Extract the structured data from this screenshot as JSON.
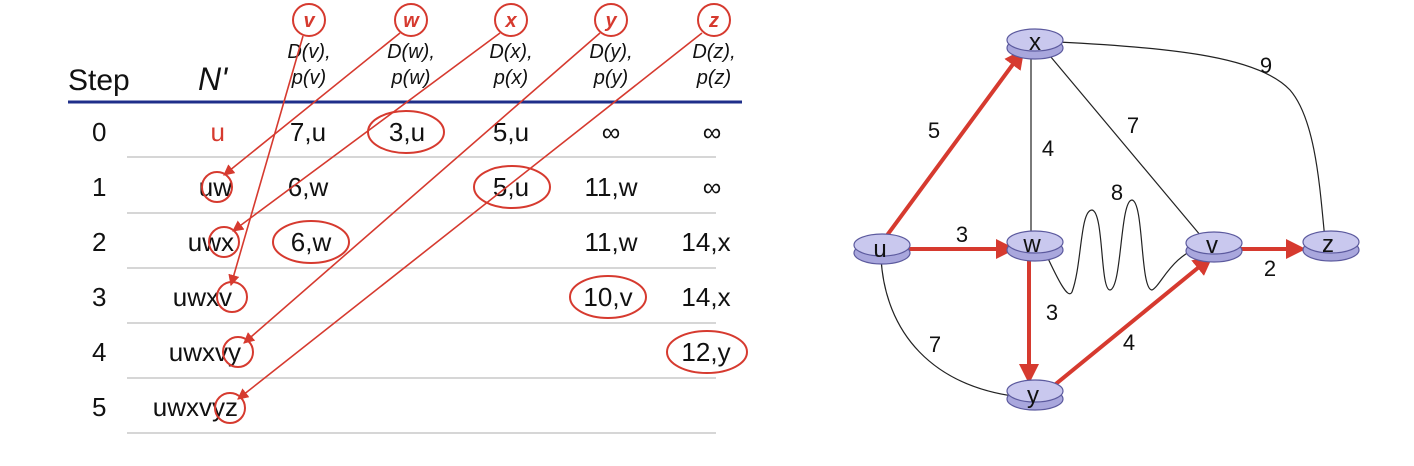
{
  "table": {
    "step_header": "Step",
    "nprime_header": "N'",
    "columns": [
      {
        "node": "v",
        "dist": "D(v),",
        "pred": "p(v)"
      },
      {
        "node": "w",
        "dist": "D(w),",
        "pred": "p(w)"
      },
      {
        "node": "x",
        "dist": "D(x),",
        "pred": "p(x)"
      },
      {
        "node": "y",
        "dist": "D(y),",
        "pred": "p(y)"
      },
      {
        "node": "z",
        "dist": "D(z),",
        "pred": "p(z)"
      }
    ],
    "rows": [
      {
        "step": "0",
        "nprime": "u",
        "cells": [
          "7,u",
          "3,u",
          "5,u",
          "∞",
          "∞"
        ]
      },
      {
        "step": "1",
        "nprime": "uw",
        "cells": [
          "6,w",
          "",
          "5,u",
          "11,w",
          "∞"
        ]
      },
      {
        "step": "2",
        "nprime": "uwx",
        "cells": [
          "6,w",
          "",
          "",
          "11,w",
          "14,x"
        ]
      },
      {
        "step": "3",
        "nprime": "uwxv",
        "cells": [
          "",
          "",
          "",
          "10,v",
          "14,x"
        ]
      },
      {
        "step": "4",
        "nprime": "uwxvy",
        "cells": [
          "",
          "",
          "",
          "",
          "12,y"
        ]
      },
      {
        "step": "5",
        "nprime": "uwxvyz",
        "cells": [
          "",
          "",
          "",
          "",
          ""
        ]
      }
    ]
  },
  "graph": {
    "nodes": [
      "x",
      "u",
      "w",
      "v",
      "z",
      "y"
    ],
    "edge_weights": {
      "u_x": "5",
      "u_w": "3",
      "u_y": "7",
      "x_w": "4",
      "x_v": "7",
      "x_z": "9",
      "w_v": "8",
      "w_y": "3",
      "y_v": "4",
      "v_z": "2"
    }
  },
  "colors": {
    "accent_red": "#d63a2f",
    "header_rule": "#1f2f8a",
    "router_fill": "#c9c8ee",
    "router_stroke": "#5c5a9e"
  }
}
